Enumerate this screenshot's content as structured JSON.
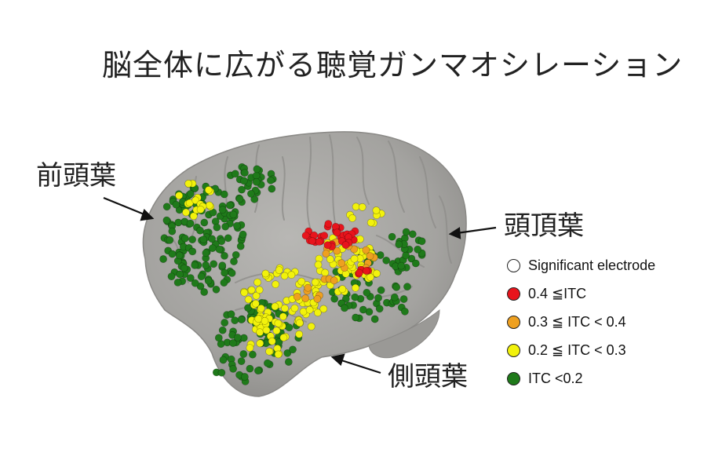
{
  "title": "脳全体に広がる聴覚ガンマオシレーション",
  "labels": {
    "frontal": "前頭葉",
    "parietal": "頭頂葉",
    "temporal": "側頭葉"
  },
  "legend": [
    {
      "label": "Significant electrode",
      "color": "#ffffff"
    },
    {
      "label": "0.4 ≦ITC",
      "color": "#e8141c"
    },
    {
      "label": "0.3 ≦ ITC < 0.4",
      "color": "#eea020"
    },
    {
      "label": "0.2 ≦ ITC < 0.3",
      "color": "#f2f20c"
    },
    {
      "label": "ITC <0.2",
      "color": "#1f7a1a"
    }
  ],
  "colors": {
    "brain": "#a9a8a5",
    "brain_shadow": "#8d8c89",
    "text": "#222222"
  }
}
